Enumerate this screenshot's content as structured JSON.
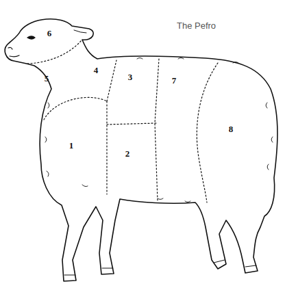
{
  "diagram": {
    "labels": [
      "The Pefro",
      "6",
      "5",
      "4",
      "3",
      "7",
      "1",
      "2",
      "8"
    ]
  }
}
